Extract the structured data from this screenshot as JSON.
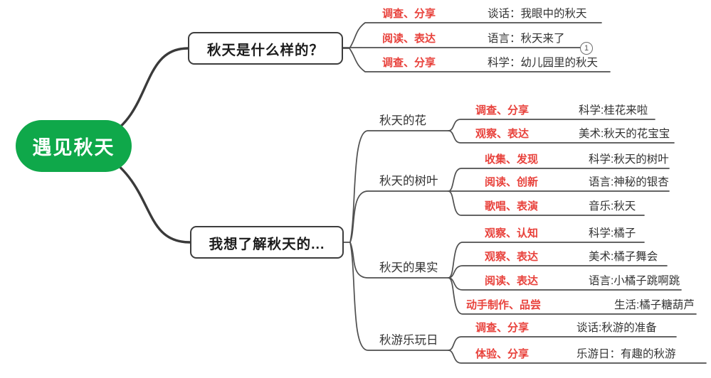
{
  "colors": {
    "root_green": "#0fa84a",
    "tag_red": "#e8423c",
    "line_gray": "#4f4f4f",
    "box_border": "#3d3d3d",
    "text_dark": "#333333"
  },
  "root_label": "遇见秋天",
  "badge_number": "1",
  "branch1": {
    "label": "秋天是什么样的？",
    "rows": [
      {
        "tag": "调查、分享",
        "leaf": "谈话：我眼中的秋天"
      },
      {
        "tag": "阅读、表达",
        "leaf": "语言：秋天来了"
      },
      {
        "tag": "调查、分享",
        "leaf": "科学：幼儿园里的秋天"
      }
    ]
  },
  "branch2": {
    "label": "我想了解秋天的...",
    "groups": [
      {
        "label": "秋天的花",
        "rows": [
          {
            "tag": "调查、分享",
            "leaf": "科学:桂花来啦"
          },
          {
            "tag": "观察、表达",
            "leaf": "美术:秋天的花宝宝"
          }
        ]
      },
      {
        "label": "秋天的树叶",
        "rows": [
          {
            "tag": "收集、发现",
            "leaf": "科学:秋天的树叶"
          },
          {
            "tag": "阅读、创新",
            "leaf": "语言:神秘的银杏"
          },
          {
            "tag": "歌唱、表演",
            "leaf": "音乐:秋天"
          }
        ]
      },
      {
        "label": "秋天的果实",
        "rows": [
          {
            "tag": "观察、认知",
            "leaf": "科学:橘子"
          },
          {
            "tag": "观察、表达",
            "leaf": "美术:橘子舞会"
          },
          {
            "tag": "阅读、表达",
            "leaf": "语言:小橘子跳啊跳"
          },
          {
            "tag": "动手制作、品尝",
            "leaf": "生活:橘子糖葫芦"
          }
        ]
      },
      {
        "label": "秋游乐玩日",
        "rows": [
          {
            "tag": "调查、分享",
            "leaf": "谈话:秋游的准备"
          },
          {
            "tag": "体验、分享",
            "leaf": "乐游日：有趣的秋游"
          }
        ]
      }
    ]
  }
}
